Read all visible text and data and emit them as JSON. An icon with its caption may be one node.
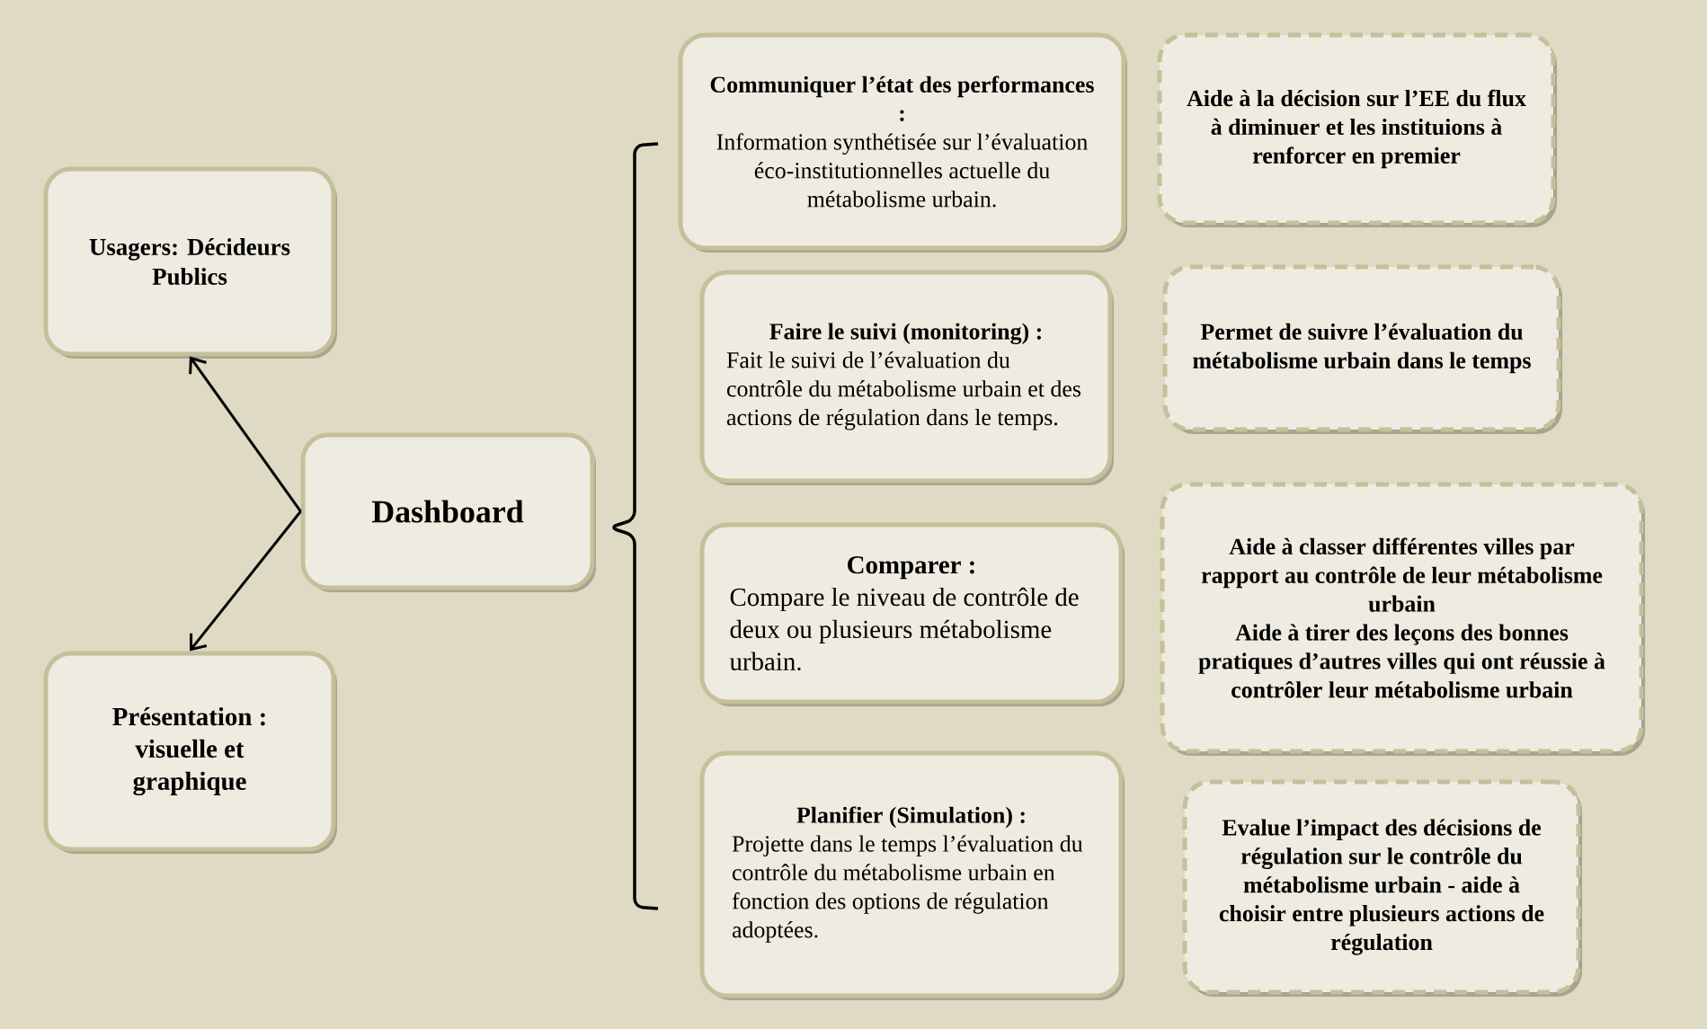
{
  "diagram": {
    "nodes": [
      {
        "text": [
          "Usagers: Décideurs Publics"
        ]
      },
      {
        "text": [
          "Dashboard"
        ]
      },
      {
        "text": [
          "Présentation : visuelle et graphique"
        ]
      },
      {
        "text": [
          "Communiquer l’état des performances :",
          "Information synthétisée sur l’évaluation éco-institutionnelles actuelle du métabolisme urbain."
        ]
      },
      {
        "text": [
          "Faire le suivi (monitoring) :",
          "Fait le suivi de l’évaluation du contrôle du métabolisme urbain et des actions de régulation dans le temps."
        ]
      },
      {
        "text": [
          "Comparer :",
          "Compare le niveau de contrôle de deux ou plusieurs métabolisme urbain."
        ]
      },
      {
        "text": [
          "Planifier (Simulation) :",
          "Projette dans le temps l’évaluation du contrôle du métabolisme urbain en fonction des options de régulation adoptées."
        ]
      },
      {
        "text": [
          "Aide à la décision sur l’EE du flux à diminuer et les instituions à renforcer en premier"
        ]
      },
      {
        "text": [
          "Permet de suivre l’évaluation du métabolisme urbain dans le temps"
        ]
      },
      {
        "text": [
          "Aide à classer différentes villes par rapport au contrôle de leur métabolisme urbain",
          "Aide à tirer des leçons des bonnes pratiques d’autres villes qui ont réussie à contrôler leur métabolisme urbain"
        ]
      },
      {
        "text": [
          "Evalue l’impact des décisions de régulation sur le contrôle du métabolisme urbain - aide à choisir entre plusieurs actions de régulation"
        ]
      }
    ],
    "edges": [
      {
        "from": 1,
        "to": 0,
        "arrow": "to"
      },
      {
        "from": 1,
        "to": 2,
        "arrow": "to"
      }
    ]
  }
}
